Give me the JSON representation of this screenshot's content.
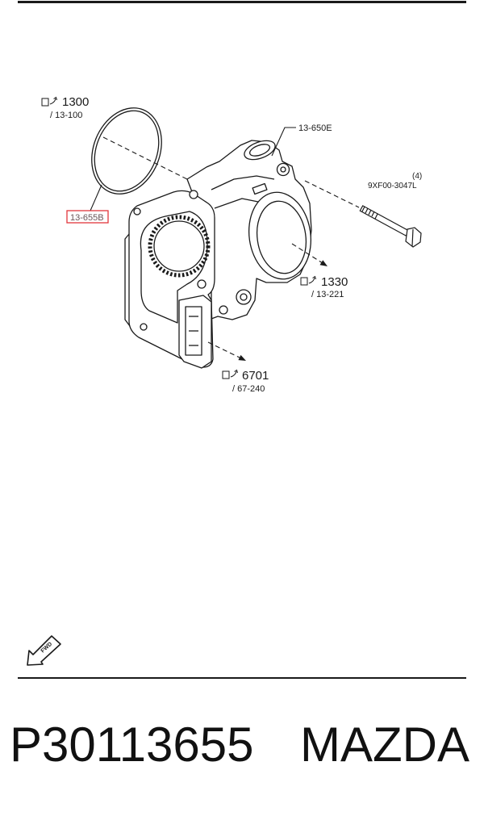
{
  "colors": {
    "highlight": "#e2363c",
    "ink": "#1a1a1a"
  },
  "references": {
    "r1300": {
      "number": "1300",
      "page": "/ 13-100"
    },
    "r1330": {
      "number": "1330",
      "page": "/ 13-221"
    },
    "r6701": {
      "number": "6701",
      "page": "/ 67-240"
    }
  },
  "parts": {
    "throttle_body": "13-650E",
    "gasket": "13-655B",
    "bolt": {
      "number": "9XF00-3047L",
      "quantity": "(4)"
    }
  },
  "icons": {
    "reference": "reference-icon",
    "fwd": "fwd-arrow-icon"
  },
  "fwd_label": "FWD",
  "footer": {
    "part_number": "P30113655",
    "brand": "MAZDA"
  }
}
